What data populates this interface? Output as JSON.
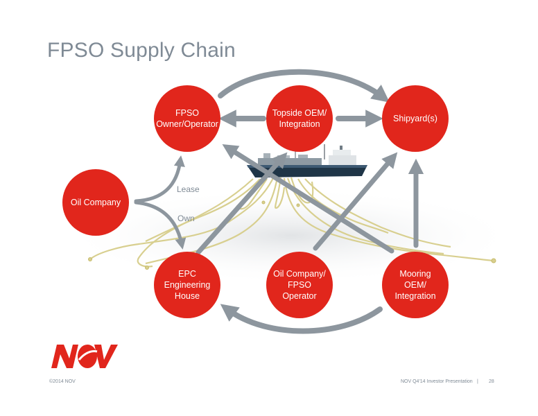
{
  "slide": {
    "title": "FPSO Supply Chain",
    "footer_left": "©2014 NOV",
    "footer_right": "NOV Q4'14 Investor Presentation",
    "footer_sep": "|",
    "page_number": "28"
  },
  "colors": {
    "node_red": "#e1261c",
    "arrow_gray": "#8d969e",
    "title_gray": "#7f8a95",
    "ship_hull": "#1f3547",
    "riser_yellow": "#d8cf8f"
  },
  "logo": {
    "text": "NOV",
    "color": "#e1261c",
    "icon": "nov-logo"
  },
  "nodes": {
    "fpso_owner": "FPSO\nOwner/Operator",
    "topside_oem": "Topside OEM/\nIntegration",
    "shipyard": "Shipyard(s)",
    "oil_company": "Oil Company",
    "epc": "EPC\nEngineering\nHouse",
    "oil_company_fpso": "Oil Company/\nFPSO Operator",
    "mooring_oem": "Mooring\nOEM/\nIntegration"
  },
  "edge_labels": {
    "lease": "Lease",
    "own": "Own"
  }
}
